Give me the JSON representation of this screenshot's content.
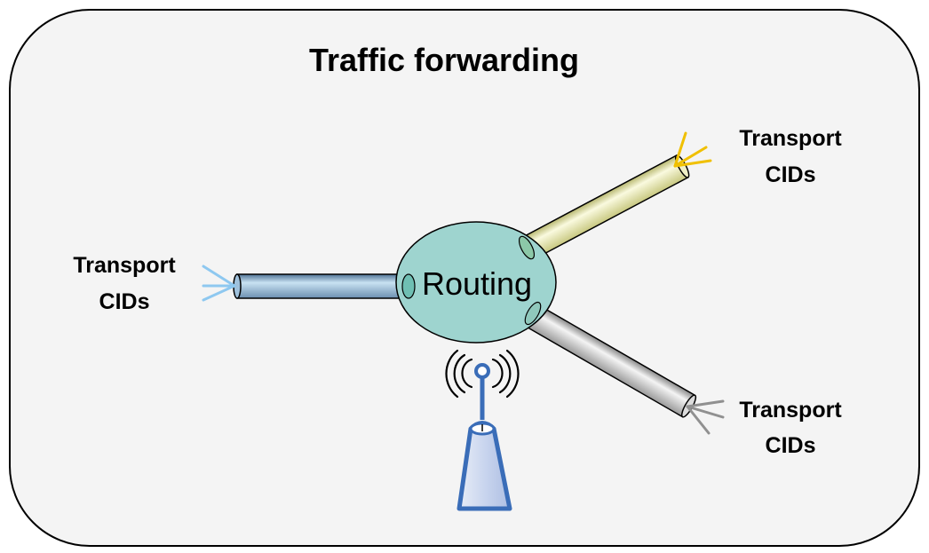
{
  "diagram": {
    "title": "Traffic forwarding",
    "center_label": "Routing",
    "left_label": {
      "line1": "Transport",
      "line2": "CIDs"
    },
    "top_right_label": {
      "line1": "Transport",
      "line2": "CIDs"
    },
    "bottom_right_label": {
      "line1": "Transport",
      "line2": "CIDs"
    }
  },
  "colors": {
    "frame_fill": "#f4f4f4",
    "routing_fill": "#9ed4cf",
    "left_pipe": "#8fb3cc",
    "top_pipe": "#e6e6a8",
    "bottom_pipe": "#c8c8c8",
    "left_rays": "#8ec8f0",
    "top_rays": "#f0c000",
    "bottom_rays": "#909090",
    "antenna": "#3a6db8"
  },
  "icons": [
    "wireless-base-station-icon",
    "radio-waves-icon"
  ]
}
